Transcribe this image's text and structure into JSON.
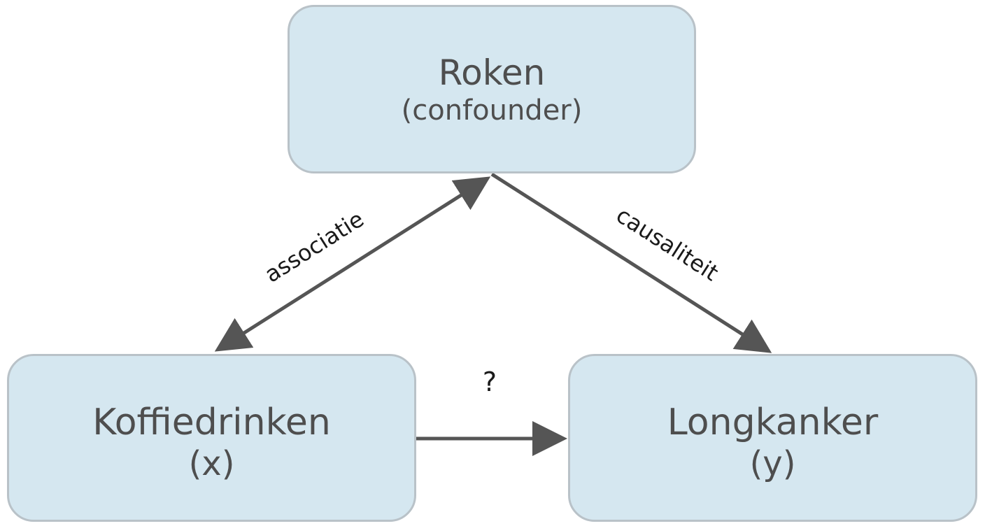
{
  "nodes": {
    "confounder": {
      "title": "Roken",
      "subtitle": "(confounder)"
    },
    "exposure": {
      "title": "Koffiedrinken",
      "subtitle": "(x)"
    },
    "outcome": {
      "title": "Longkanker",
      "subtitle": "(y)"
    }
  },
  "edges": {
    "association_label": "associatie",
    "causality_label": "causaliteit",
    "unknown_label": "?"
  },
  "colors": {
    "node_fill": "#d5e7f0",
    "node_border": "#b9c2c8",
    "arrow": "#555555",
    "node_text": "#4e4e4e"
  }
}
